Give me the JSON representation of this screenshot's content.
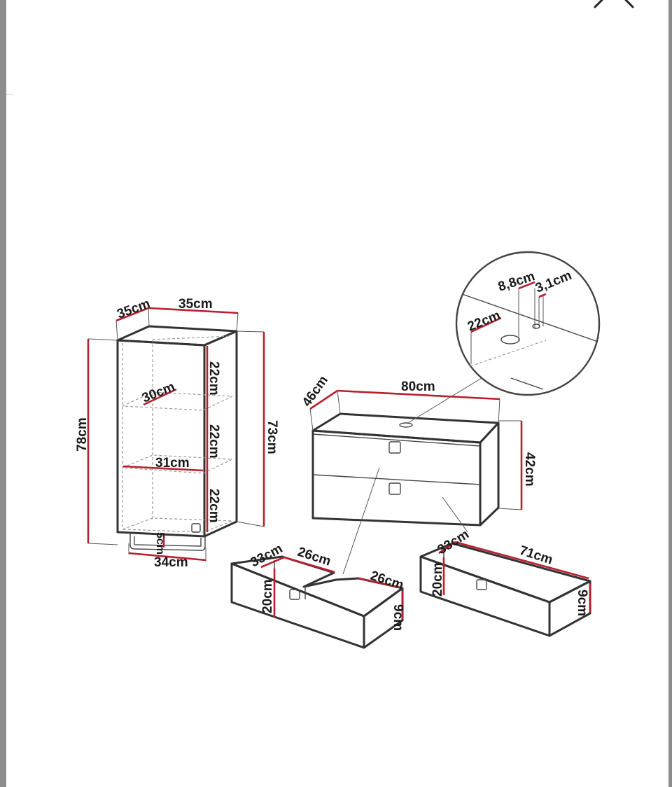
{
  "colors": {
    "accent_dimension": "#b8202e",
    "outline": "#333333",
    "frame": "#8d8d8d",
    "background": "#ffffff"
  },
  "icons": {
    "close": "close-icon"
  },
  "tall_cabinet": {
    "depth": "35cm",
    "width": "35cm",
    "height_total": "78cm",
    "height_body": "73cm",
    "shelf_gap_1": "22cm",
    "shelf_gap_2": "22cm",
    "shelf_gap_3": "22cm",
    "shelf_depth": "30cm",
    "inner_width": "31cm",
    "towel_bar_height": "5cm",
    "towel_bar_width": "34cm"
  },
  "vanity": {
    "depth": "46cm",
    "width": "80cm",
    "height": "42cm"
  },
  "detail": {
    "offset": "22cm",
    "hole_diameter": "8,8cm",
    "small_hole": "3,1cm"
  },
  "upper_drawer": {
    "depth": "33cm",
    "left_width": "26cm",
    "right_width": "26cm",
    "front_height": "20cm",
    "inner_height": "9cm"
  },
  "lower_drawer": {
    "depth": "33cm",
    "width": "71cm",
    "front_height": "20cm",
    "inner_height": "9cm"
  }
}
